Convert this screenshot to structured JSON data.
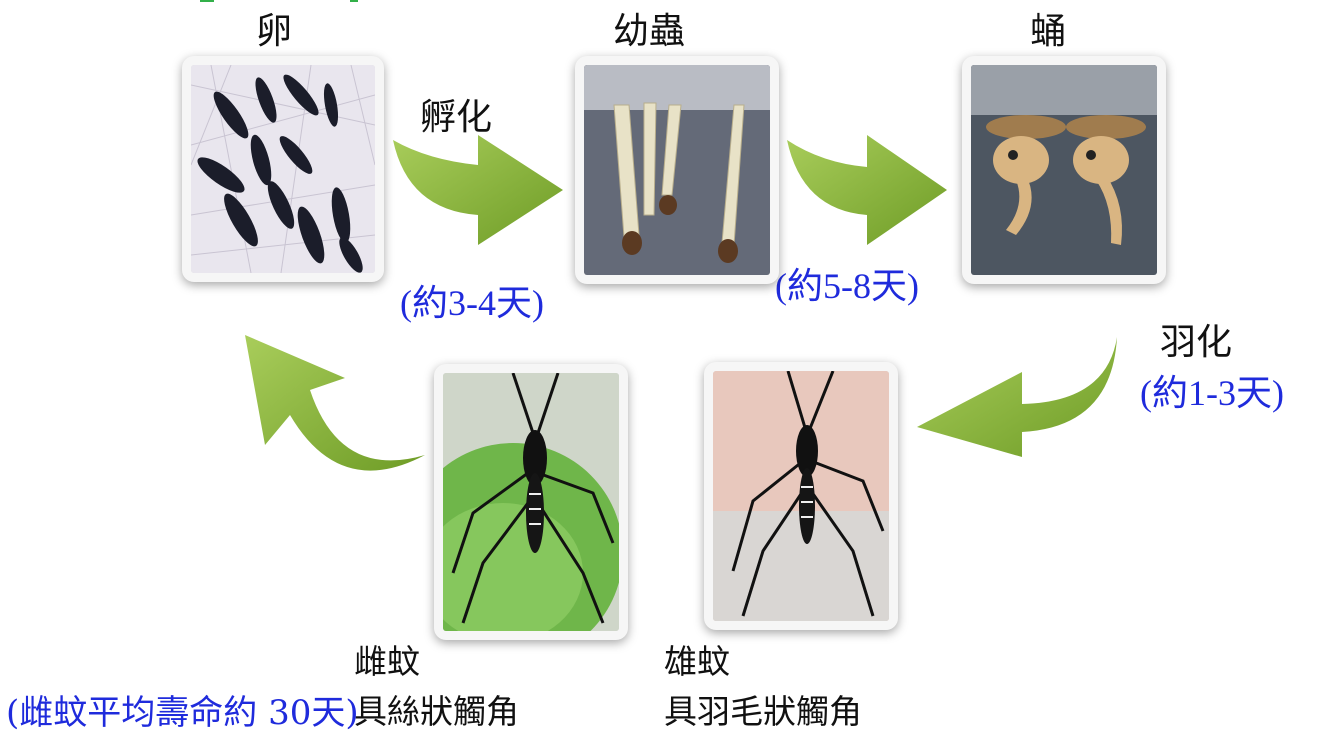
{
  "stages": {
    "egg": "卵",
    "larva": "幼蟲",
    "pupa": "蛹"
  },
  "transitions": {
    "hatch": "孵化",
    "hatch_duration": "(約3-4天)",
    "larva_duration": "(約5-8天)",
    "emerge": "羽化",
    "emerge_duration": "(約1-3天)"
  },
  "adults": {
    "female_title": "雌蚊",
    "female_antenna": "具絲狀觸角",
    "male_title": "雄蚊",
    "male_antenna": "具羽毛狀觸角"
  },
  "lifespan_note": "(雌蚊平均壽命約 30天)",
  "colors": {
    "arrow_green": "#7cab2e",
    "duration_blue": "#1f2bdc",
    "top_fragment_green": "#33b04a"
  }
}
